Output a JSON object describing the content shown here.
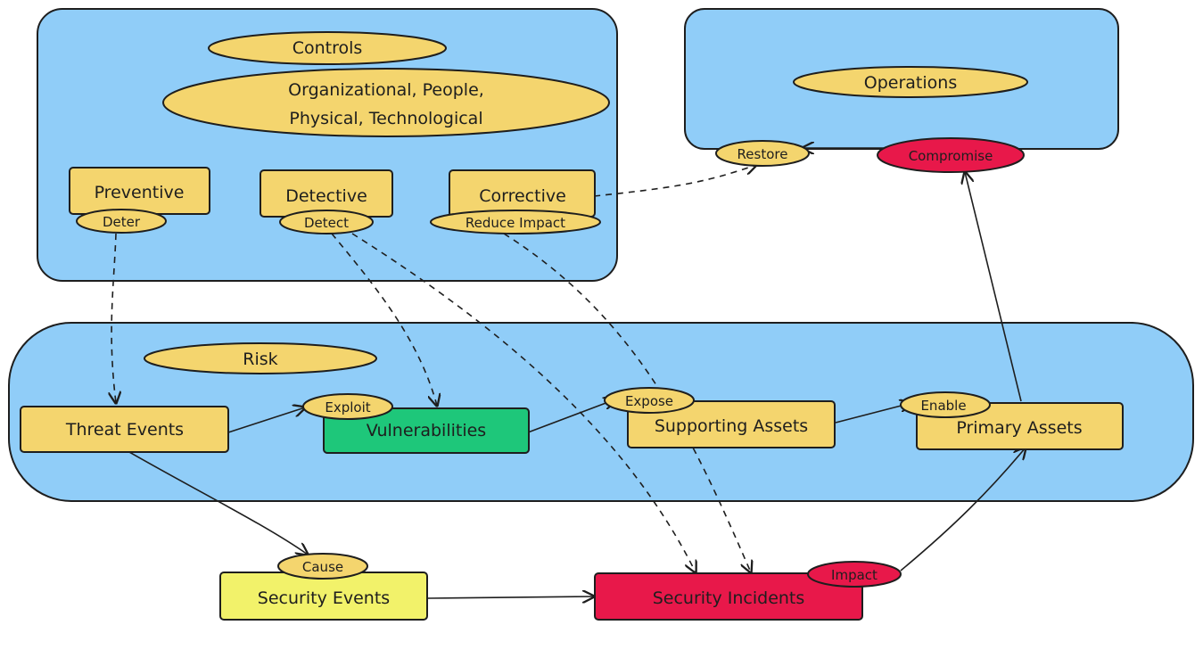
{
  "colors": {
    "container": "#90cdf8",
    "label": "#f4d56e",
    "vulnerability": "#1ec77a",
    "incident": "#e8184a",
    "event": "#f2f26a",
    "stroke": "#1e1e1e"
  },
  "controls": {
    "title": "Controls",
    "types": "Organizational, People, Physical, Technological",
    "types_line1": "Organizational, People,",
    "types_line2": "Physical, Technological",
    "preventive": {
      "label": "Preventive",
      "action": "Deter"
    },
    "detective": {
      "label": "Detective",
      "action": "Detect"
    },
    "corrective": {
      "label": "Corrective",
      "action": "Reduce Impact"
    }
  },
  "operations": {
    "title": "Operations",
    "restore": "Restore",
    "compromise": "Compromise"
  },
  "risk": {
    "title": "Risk",
    "threat_events": "Threat Events",
    "exploit": "Exploit",
    "vulnerabilities": "Vulnerabilities",
    "expose": "Expose",
    "supporting_assets": "Supporting Assets",
    "enable": "Enable",
    "primary_assets": "Primary Assets"
  },
  "outcomes": {
    "cause": "Cause",
    "security_events": "Security Events",
    "security_incidents": "Security Incidents",
    "impact": "Impact"
  }
}
